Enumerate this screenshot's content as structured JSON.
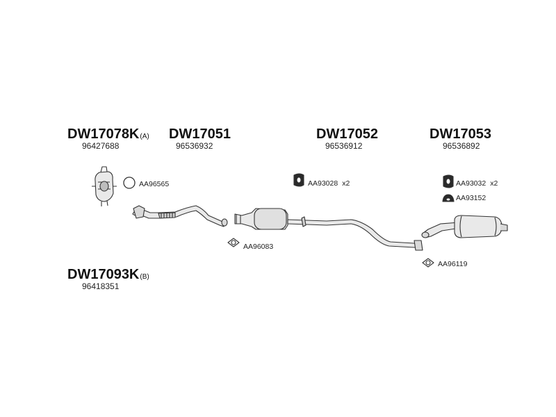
{
  "parts": {
    "cat_a": {
      "code": "DW17078K",
      "variant": "(A)",
      "oem": "96427688"
    },
    "front_pipe": {
      "code": "DW17051",
      "oem": "96536932"
    },
    "middle": {
      "code": "DW17052",
      "oem": "96536912"
    },
    "rear": {
      "code": "DW17053",
      "oem": "96536892"
    },
    "cat_b": {
      "code": "DW17093K",
      "variant": "(B)",
      "oem": "96418351"
    }
  },
  "accessories": {
    "ring": {
      "code": "AA96565"
    },
    "mount_mid": {
      "code": "AA93028",
      "qty": "x2"
    },
    "mount_rear": {
      "code": "AA93032",
      "qty": "x2"
    },
    "hanger_rear": {
      "code": "AA93152"
    },
    "gasket_front": {
      "code": "AA96083"
    },
    "gasket_rear": {
      "code": "AA96119"
    }
  },
  "colors": {
    "line": "#333333",
    "fill": "#e9e9e9",
    "shade": "#bdbdbd"
  }
}
